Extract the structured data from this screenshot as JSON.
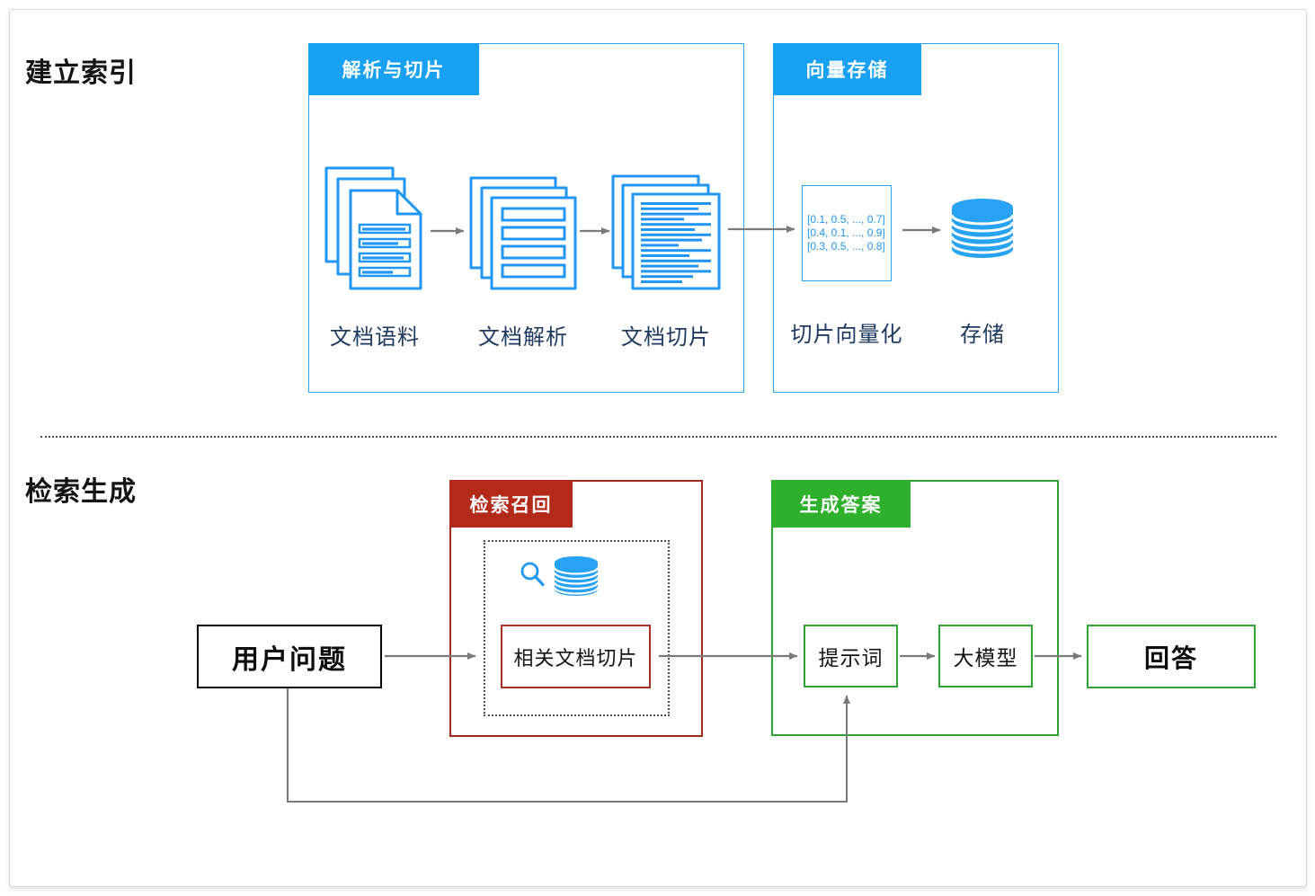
{
  "colors": {
    "blue_header": "#18a0f3",
    "blue_border": "#2ba4f4",
    "icon_blue": "#2196f3",
    "red_header": "#b3291a",
    "red_border": "#9e2b1c",
    "green_header": "#2eb02c",
    "green_border": "#2fa435",
    "label_navy": "#1f3a60",
    "arrow_gray": "#7a7a7a"
  },
  "index_section": {
    "title": "建立索引",
    "parse_box": {
      "header": "解析与切片",
      "items": [
        {
          "label": "文档语料"
        },
        {
          "label": "文档解析"
        },
        {
          "label": "文档切片"
        }
      ]
    },
    "vector_box": {
      "header": "向量存储",
      "vector_lines": [
        "[0.1, 0.5, ..., 0.7]",
        "[0.4, 0.1, ..., 0.9]",
        "[0.3, 0.5, ..., 0.8]"
      ],
      "vectorize_label": "切片向量化",
      "store_label": "存储"
    }
  },
  "retrieval_section": {
    "title": "检索生成",
    "user_question_label": "用户问题",
    "recall_box": {
      "header": "检索召回",
      "chunk_label": "相关文档切片"
    },
    "generate_box": {
      "header": "生成答案",
      "prompt_label": "提示词",
      "model_label": "大模型"
    },
    "answer_label": "回答"
  }
}
